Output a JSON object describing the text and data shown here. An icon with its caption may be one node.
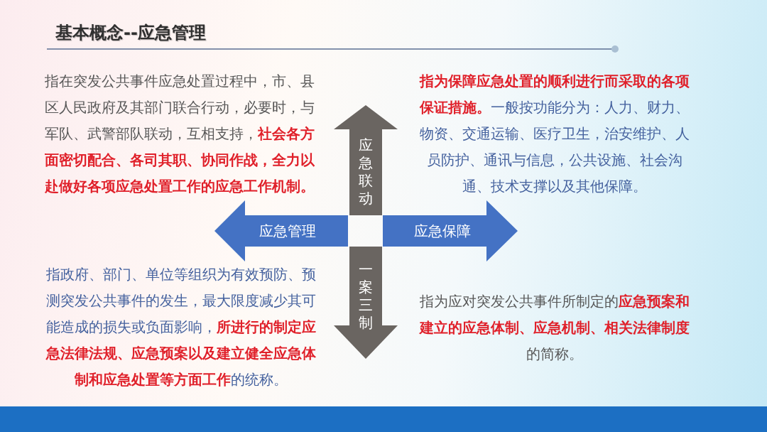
{
  "diagram": {
    "title": "基本概念--应急管理",
    "nodes": [
      {
        "text": [
          "应急联动"
        ]
      },
      {
        "text": [
          "应急管理"
        ]
      },
      {
        "text": [
          "应急保障"
        ]
      },
      {
        "text": [
          "一案三制"
        ]
      }
    ],
    "labels": [
      "指在突发公共事件应急处置过程中，市、县区人民政府及其部门联合行动，必要时，与军队、武警部队联动，互相支持，**社会各方面密切配合、各司其职、协同作战，全力以赴做好各项应急处置工作的应急工作机制。**",
      "**指为保障应急处置的顺利进行而采取的各项保证措施。**一般按功能分为：人力、财力、物资、交通运输、医疗卫生，治安维护、人员防护、通讯与信息，公共设施、社会沟通、技术支撑以及其他保障。",
      "指政府、部门、单位等组织为有效预防、预测突发公共事件的发生，最大限度减少其可能造成的损失或负面影响，**所进行的制定应急法律法规、应急预案以及建立健全应急体制和应急处置等方面工作**的统称。",
      "指为应对突发公共事件所制定的**应急预案和建立的应急体制、应急机制、相关法律制度**的简称。"
    ]
  }
}
